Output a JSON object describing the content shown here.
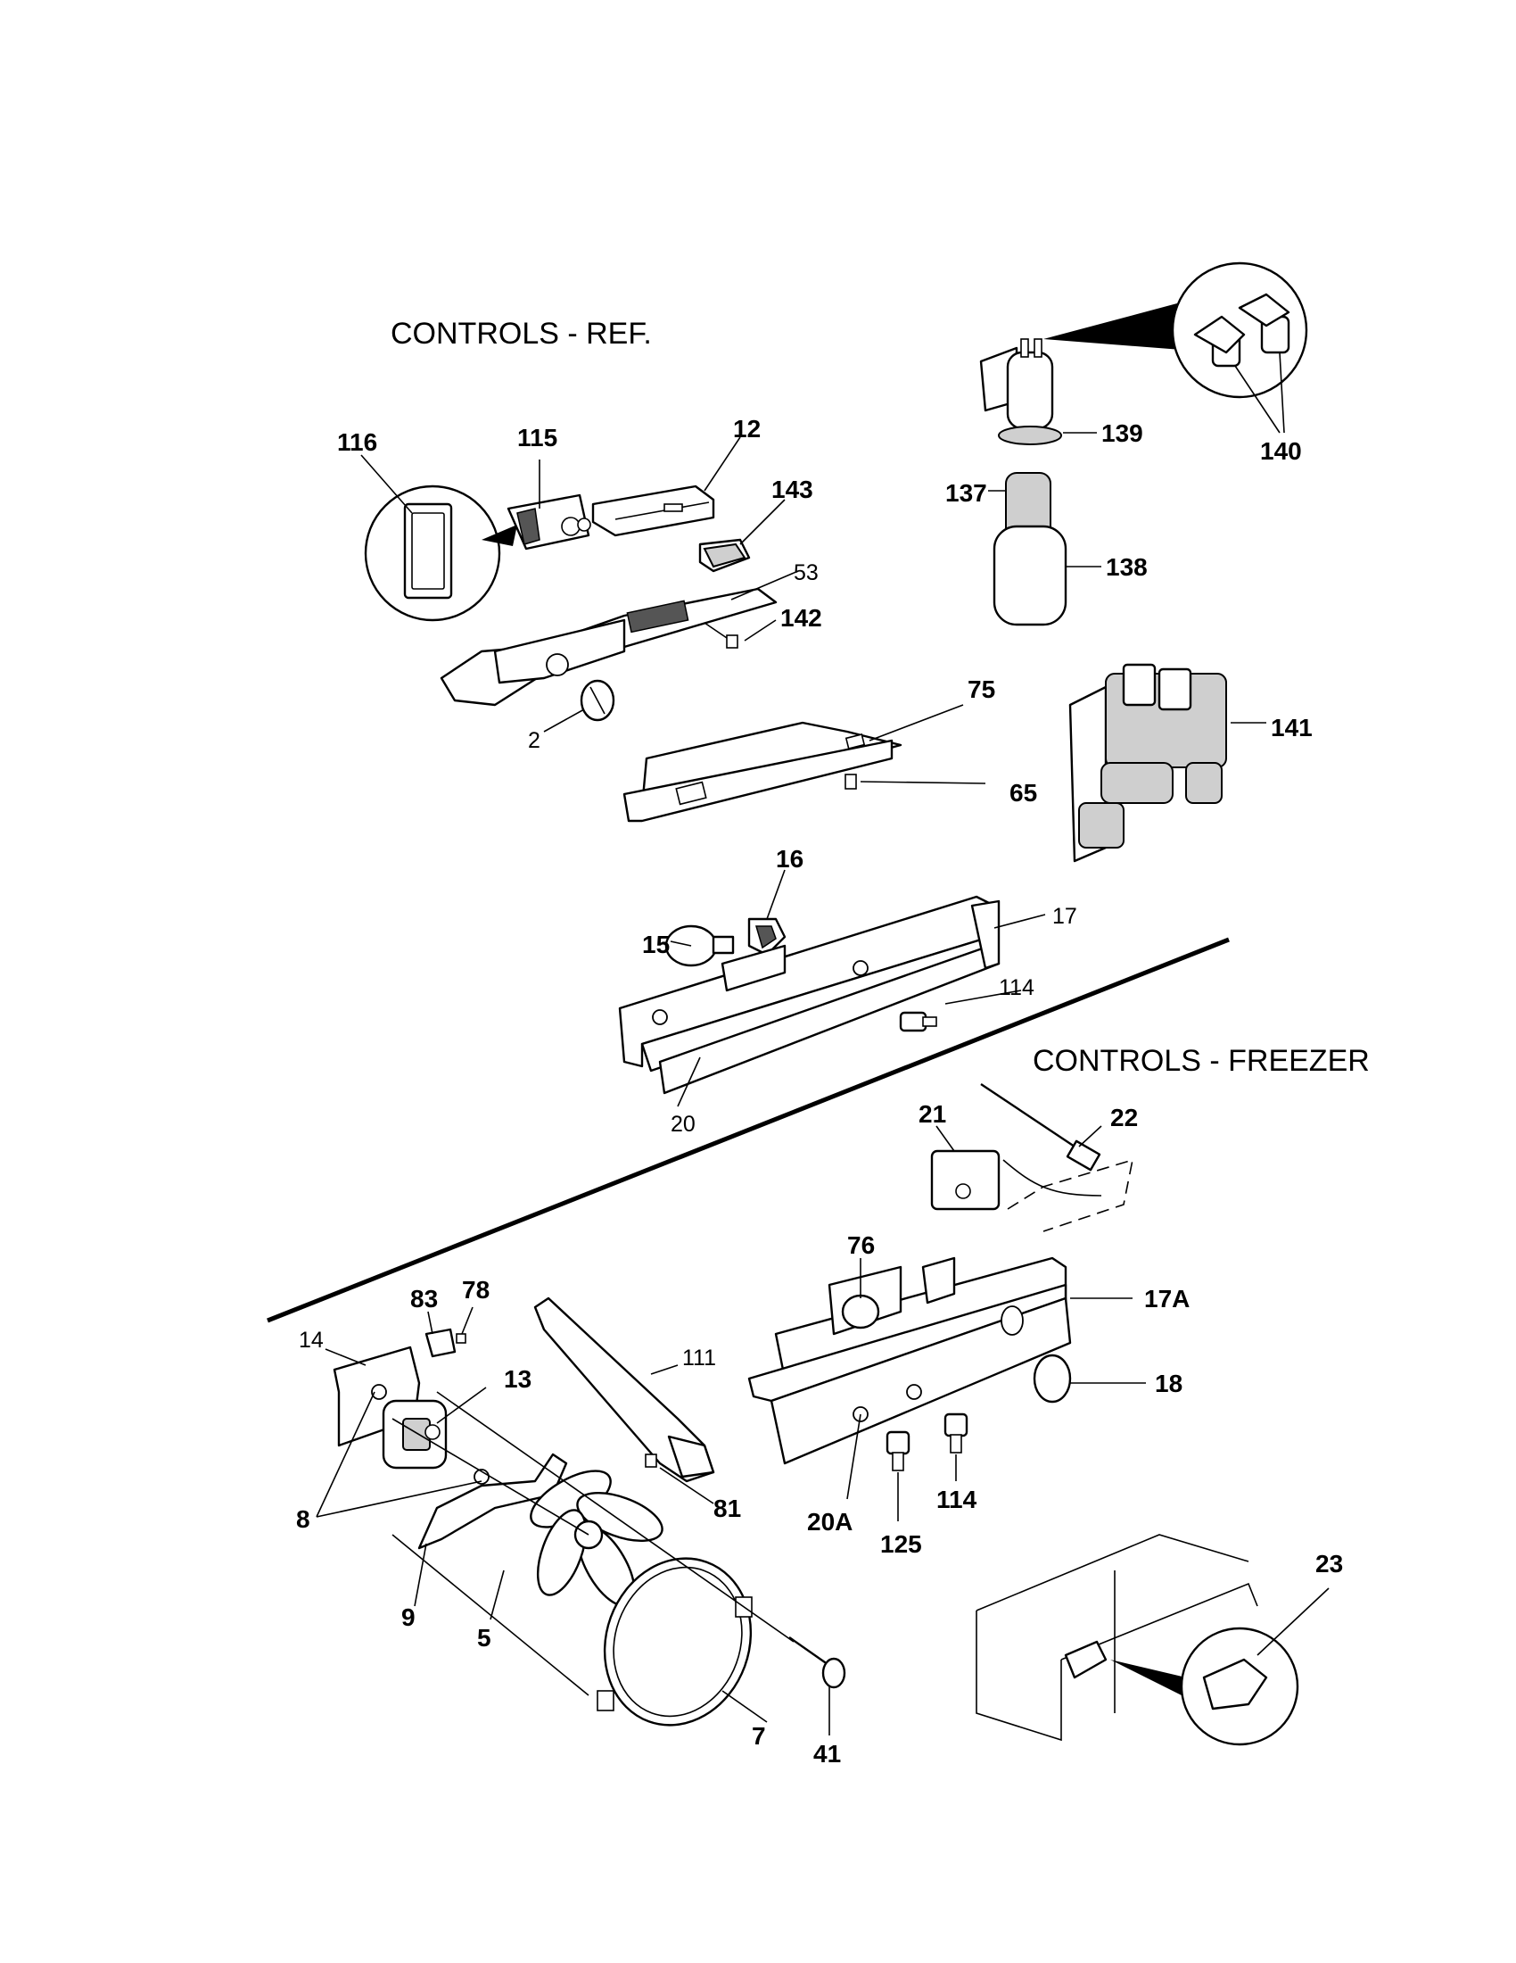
{
  "sections": {
    "ref_title": "CONTROLS - REF.",
    "freezer_title": "CONTROLS - FREEZER"
  },
  "callouts": {
    "c2": "2",
    "c5": "5",
    "c7": "7",
    "c8": "8",
    "c9": "9",
    "c12": "12",
    "c13": "13",
    "c14": "14",
    "c15": "15",
    "c16": "16",
    "c17": "17",
    "c17a": "17A",
    "c18": "18",
    "c20": "20",
    "c20a": "20A",
    "c21": "21",
    "c22": "22",
    "c23": "23",
    "c41": "41",
    "c53": "53",
    "c65": "65",
    "c75": "75",
    "c76": "76",
    "c78": "78",
    "c81": "81",
    "c83": "83",
    "c111": "111",
    "c114a": "114",
    "c114b": "114",
    "c115": "115",
    "c116": "116",
    "c125": "125",
    "c137": "137",
    "c138": "138",
    "c139": "139",
    "c140": "140",
    "c141": "141",
    "c142": "142",
    "c143": "143"
  }
}
